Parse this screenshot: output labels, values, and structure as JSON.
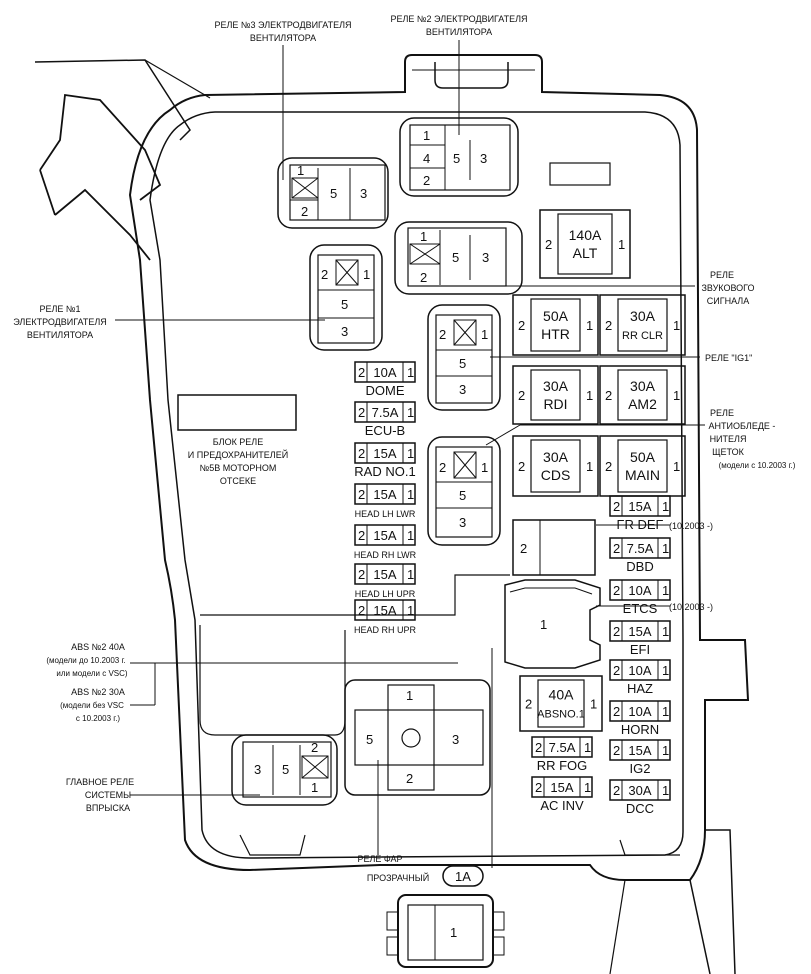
{
  "labels": {
    "relay3_line1": "РЕЛЕ №3 ЭЛЕКТРОДВИГАТЕЛЯ",
    "relay3_line2": "ВЕНТИЛЯТОРА",
    "relay2_line1": "РЕЛЕ №2 ЭЛЕКТРОДВИГАТЕЛЯ",
    "relay2_line2": "ВЕНТИЛЯТОРА",
    "relay1_line1": "РЕЛЕ №1",
    "relay1_line2": "ЭЛЕКТРОДВИГАТЕЛЯ",
    "relay1_line3": "ВЕНТИЛЯТОРА",
    "horn_line1": "РЕЛЕ",
    "horn_line2": "ЗВУКОВОГО",
    "horn_line3": "СИГНАЛА",
    "ig1": "РЕЛЕ \"IG1\"",
    "defog_line1": "РЕЛЕ",
    "defog_line2": "АНТИОБЛЕДЕ -",
    "defog_line3": "НИТЕЛЯ",
    "defog_line4": "ЩЕТОК",
    "defog_line5": "(модели с 10.2003 г.)",
    "block_line1": "БЛОК РЕЛЕ",
    "block_line2": "И ПРЕДОХРАНИТЕЛЕЙ",
    "block_line3": "№5В МОТОРНОМ",
    "block_line4": "ОТСЕКЕ",
    "abs40_line1": "ABS №2 40A",
    "abs40_line2": "(модели до 10.2003 г.",
    "abs40_line3": "или модели с VSC)",
    "abs30_line1": "ABS №2 30A",
    "abs30_line2": "(модели без VSC",
    "abs30_line3": "с 10.2003 г.)",
    "main_line1": "ГЛАВНОЕ РЕЛЕ",
    "main_line2": "СИСТЕМЫ",
    "main_line3": "ВПРЫСКА",
    "headlamp": "РЕЛЕ ФАР",
    "transparent": "ПРОЗРАЧНЫЙ",
    "connector": "1A",
    "frdef_note": "(10.2003 -)",
    "etcs_note": "(10.2003 -)"
  },
  "small_fuses": [
    {
      "amp": "10A",
      "name": "DOME"
    },
    {
      "amp": "7.5A",
      "name": "ECU-B"
    },
    {
      "amp": "15A",
      "name": "RAD NO.1"
    },
    {
      "amp": "15A",
      "name": "HEAD LH LWR"
    },
    {
      "amp": "15A",
      "name": "HEAD RH LWR"
    },
    {
      "amp": "15A",
      "name": "HEAD LH UPR"
    },
    {
      "amp": "15A",
      "name": "HEAD RH UPR"
    },
    {
      "amp": "15A",
      "name": "FR DEF"
    },
    {
      "amp": "7.5A",
      "name": "DBD"
    },
    {
      "amp": "10A",
      "name": "ETCS"
    },
    {
      "amp": "15A",
      "name": "EFI"
    },
    {
      "amp": "10A",
      "name": "HAZ"
    },
    {
      "amp": "10A",
      "name": "HORN"
    },
    {
      "amp": "15A",
      "name": "IG2"
    },
    {
      "amp": "30A",
      "name": "DCC"
    },
    {
      "amp": "7.5A",
      "name": "RR FOG"
    },
    {
      "amp": "15A",
      "name": "AC INV"
    }
  ],
  "big_fuses": [
    {
      "amp": "140A",
      "name": "ALT"
    },
    {
      "amp": "50A",
      "name": "HTR"
    },
    {
      "amp": "30A",
      "name": "RR CLR"
    },
    {
      "amp": "30A",
      "name": "RDI"
    },
    {
      "amp": "30A",
      "name": "AM2"
    },
    {
      "amp": "30A",
      "name": "CDS"
    },
    {
      "amp": "50A",
      "name": "MAIN"
    },
    {
      "amp": "40A",
      "name": "ABSNO.1"
    }
  ],
  "pins": {
    "p1": "1",
    "p2": "2",
    "p3": "3",
    "p4": "4",
    "p5": "5"
  }
}
